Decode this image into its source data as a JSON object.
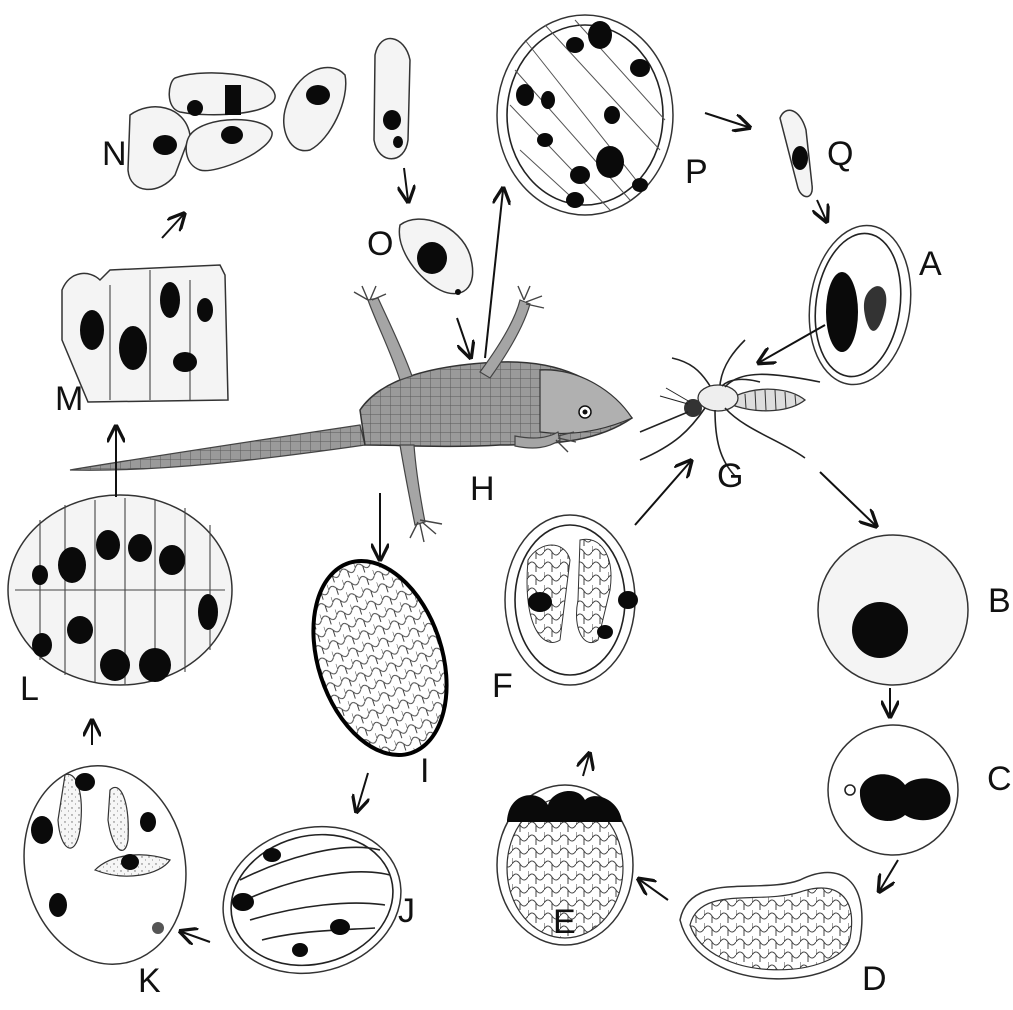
{
  "labels": {
    "A": "A",
    "B": "B",
    "C": "C",
    "D": "D",
    "E": "E",
    "F": "F",
    "G": "G",
    "H": "H",
    "I": "I",
    "J": "J",
    "K": "K",
    "L": "L",
    "M": "M",
    "N": "N",
    "O": "O",
    "P": "P",
    "Q": "Q"
  },
  "colors": {
    "ink": "#111111",
    "nucleus": "#0a0a0a",
    "lizard": "#8c8c8c",
    "background": "#ffffff"
  },
  "icons": {
    "lizard": "lizard-illustration",
    "mosquito": "mosquito-illustration"
  }
}
